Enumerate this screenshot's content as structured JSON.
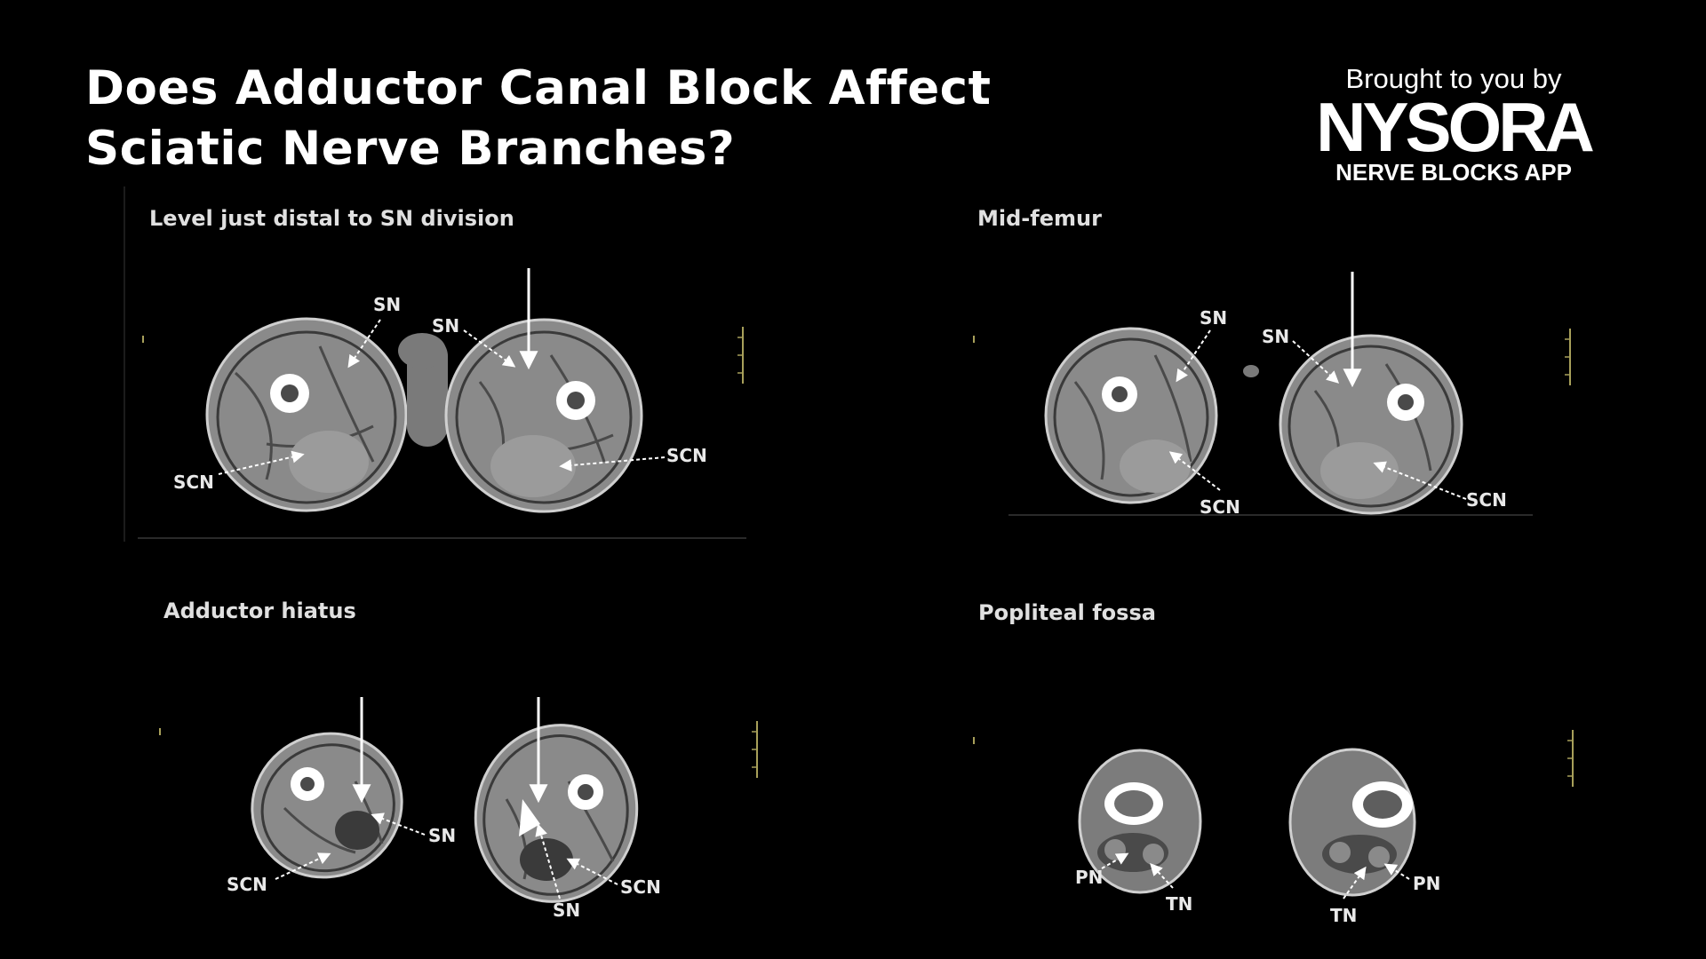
{
  "title": {
    "line1": "Does Adductor Canal Block Affect",
    "line2": "Sciatic Nerve Branches?"
  },
  "brand": {
    "pre": "Brought to you by",
    "name": "NYSORA",
    "sub": "NERVE BLOCKS APP"
  },
  "panels": {
    "p1": {
      "label": "Level just distal to SN division",
      "labels": [
        "SN",
        "SN",
        "SCN",
        "SCN"
      ]
    },
    "p2": {
      "label": "Mid-femur",
      "labels": [
        "SN",
        "SN",
        "SCN",
        "SCN"
      ]
    },
    "p3": {
      "label": "Adductor hiatus",
      "labels": [
        "SN",
        "SCN",
        "SN",
        "SCN"
      ]
    },
    "p4": {
      "label": "Popliteal fossa",
      "labels": [
        "PN",
        "TN",
        "TN",
        "PN"
      ]
    }
  },
  "colors": {
    "background": "#000000",
    "text": "#ffffff",
    "tissue": "#8f8f8f",
    "bone": "#ffffff"
  }
}
